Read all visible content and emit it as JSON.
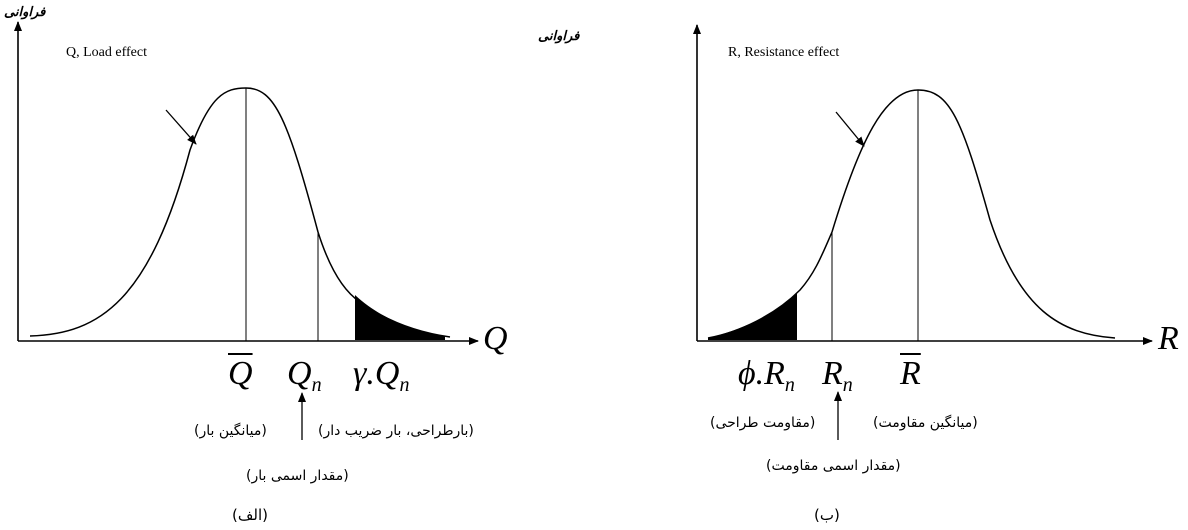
{
  "left": {
    "y_axis_label": "فراوانی",
    "x_axis_symbol": "Q",
    "curve_label": "Q, Load effect",
    "mean_symbol": "Q",
    "nominal_symbol": "Q",
    "nominal_subscript": "n",
    "factored_symbol": "γ.Q",
    "factored_subscript": "n",
    "mean_desc": "(میانگین بار)",
    "nominal_desc": "(مقدار  اسمی بار)",
    "factored_desc": "(بارطراحی، بار ضریب دار)",
    "caption": "(الف)"
  },
  "right": {
    "y_axis_label": "فراوانی",
    "x_axis_symbol": "R",
    "curve_label": "R, Resistance effect",
    "design_symbol": "ϕ.R",
    "design_subscript": "n",
    "nominal_symbol": "R",
    "nominal_subscript": "n",
    "mean_symbol": "R",
    "design_desc": "(مقاومت  طراحی)",
    "nominal_desc": "(مقدار اسمی مقاومت)",
    "mean_desc": "(میانگین مقاومت)",
    "caption": "(ب)"
  },
  "colors": {
    "ink": "#000000",
    "background": "#ffffff"
  }
}
